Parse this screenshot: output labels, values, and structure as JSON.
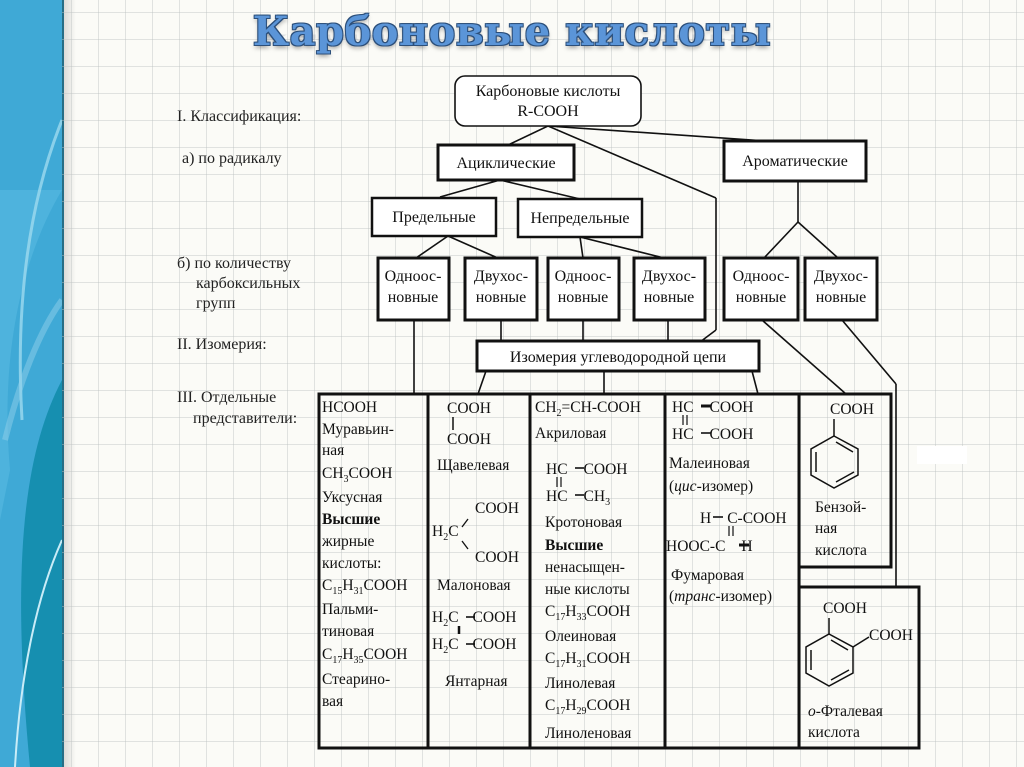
{
  "title": "Карбоновые кислоты",
  "colors": {
    "sidebar": "#3fa9d6",
    "title": "#5b95d8",
    "ink": "#111111",
    "grid": "#c8cccc"
  },
  "section_labels": {
    "classification": "I. Классификация:",
    "by_radical": "а) по радикалу",
    "by_count_l1": "б) по количеству",
    "by_count_l2": "карбоксильных",
    "by_count_l3": "групп",
    "isomerism": "II. Изомерия:",
    "representatives_l1": "III. Отдельные",
    "representatives_l2": "представители:"
  },
  "nodes": {
    "root_l1": "Карбоновые кислоты",
    "root_l2": "R-COOH",
    "acyclic": "Ациклические",
    "aromatic": "Ароматические",
    "saturated": "Предельные",
    "unsaturated": "Непредельные",
    "mono_l1": "Одноос-",
    "mono_l2": "новные",
    "di_l1": "Двухос-",
    "di_l2": "новные",
    "isomer_chain": "Изомерия углеводородной цепи"
  },
  "columns": {
    "sat_mono": {
      "lines": [
        "HCOOH",
        "Муравьин-",
        "ная"
      ],
      "acetic_formula": {
        "a": "CH",
        "s": "3",
        "b": "COOH"
      },
      "acetic_name": "Уксусная",
      "higher_bold": "Высшие",
      "higher_l2": "жирные",
      "higher_l3": "кислоты:",
      "palm_formula": {
        "a": "C",
        "s1": "15",
        "b": "H",
        "s2": "31",
        "c": "COOH"
      },
      "palm_name_l1": "Пальми-",
      "palm_name_l2": "тиновая",
      "stear_formula": {
        "a": "C",
        "s1": "17",
        "b": "H",
        "s2": "35",
        "c": "COOH"
      },
      "stear_name_l1": "Стеарино-",
      "stear_name_l2": "вая"
    },
    "sat_di": {
      "oxalic_top": "COOH",
      "oxalic_bottom": "COOH",
      "oxalic_name": "Щавелевая",
      "malonic_top": "COOH",
      "malonic_center": {
        "a": "H",
        "s": "2",
        "b": "C"
      },
      "malonic_bottom": "COOH",
      "malonic_name": "Малоновая",
      "succinic_top": {
        "a": "H",
        "s": "2",
        "b": "C",
        "c": "COOH"
      },
      "succinic_bottom": {
        "a": "H",
        "s": "2",
        "b": "C",
        "c": "COOH"
      },
      "succinic_name": "Янтарная"
    },
    "unsat_mono": {
      "acrylic_formula": {
        "a": "CH",
        "s": "2",
        "b": "=CH-COOH"
      },
      "acrylic_name": "Акриловая",
      "crotonic_top": {
        "a": "HC",
        "c": "COOH"
      },
      "crotonic_bottom": {
        "a": "HC",
        "b": "CH",
        "s": "3"
      },
      "crotonic_name": "Кротоновая",
      "higher_bold": "Высшие",
      "higher_l2": "ненасыщен-",
      "higher_l3": "ные кислоты",
      "oleic_formula": {
        "a": "C",
        "s1": "17",
        "b": "H",
        "s2": "33",
        "c": "COOH"
      },
      "oleic_name": "Олеиновая",
      "linoleic_formula": {
        "a": "C",
        "s1": "17",
        "b": "H",
        "s2": "31",
        "c": "COOH"
      },
      "linoleic_name": "Линолевая",
      "linolenic_formula": {
        "a": "C",
        "s1": "17",
        "b": "H",
        "s2": "29",
        "c": "COOH"
      },
      "linolenic_name": "Линоленовая"
    },
    "unsat_di": {
      "maleic_top": {
        "a": "HC",
        "c": "COOH"
      },
      "maleic_bottom": {
        "a": "HC",
        "c": "COOH"
      },
      "maleic_name": "Малеиновая",
      "maleic_iso_italic": "цис",
      "maleic_iso_rest": "-изомер)",
      "fumaric_top": {
        "a": "H",
        "b": "C-COOH"
      },
      "fumaric_bottom": {
        "a": "HOOC-C",
        "b": "H"
      },
      "fumaric_name": "Фумаровая",
      "fumaric_iso_italic": "транс",
      "fumaric_iso_rest": "-изомер)",
      "open_paren": "("
    },
    "arom_mono": {
      "cooh": "COOH",
      "name_l1": "Бензой-",
      "name_l2": "ная",
      "name_l3": "кислота"
    },
    "arom_di": {
      "cooh1": "COOH",
      "cooh2": "COOH",
      "name_prefix": "о",
      "name_rest": "-Фталевая",
      "name_l2": "кислота"
    }
  }
}
